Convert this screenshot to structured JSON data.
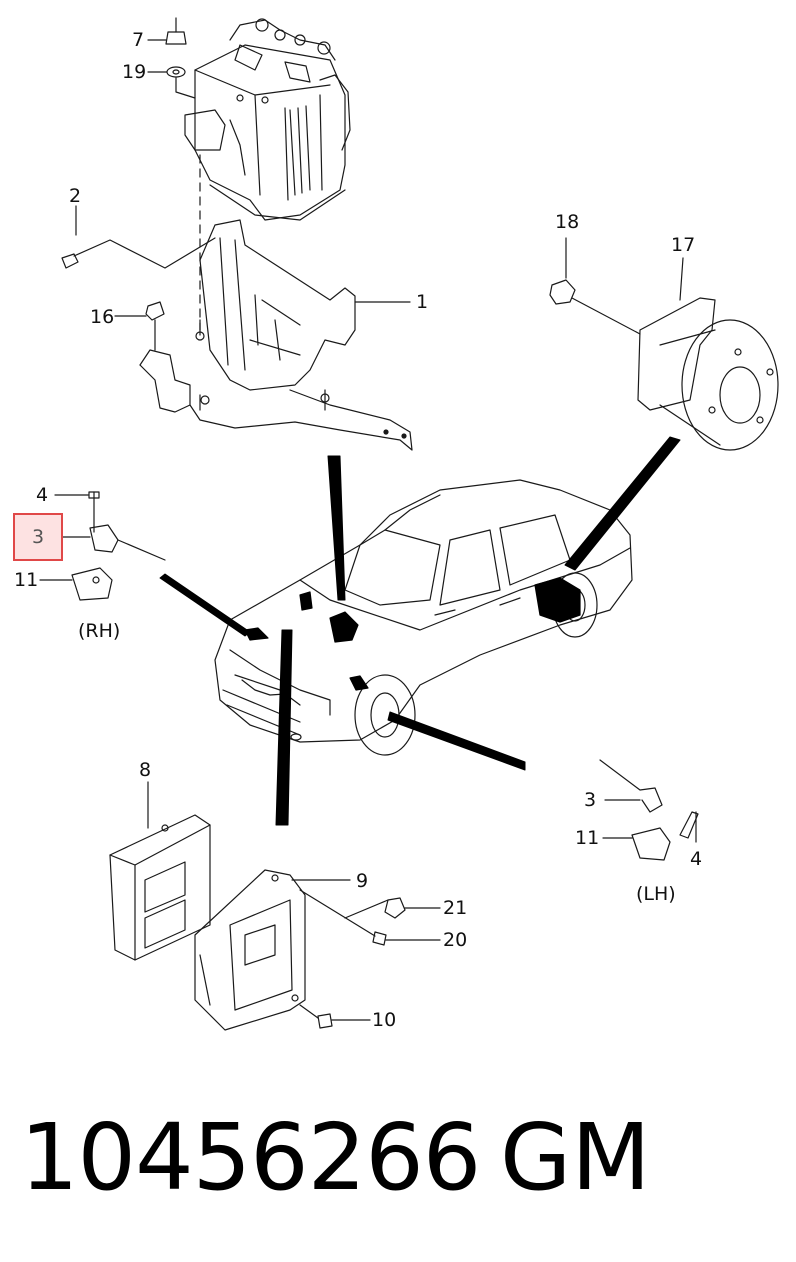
{
  "callouts": {
    "c7": "7",
    "c19": "19",
    "c2": "2",
    "c16": "16",
    "c1": "1",
    "c18": "18",
    "c17": "17",
    "c4_rh": "4",
    "c3_rh": "3",
    "c11_rh": "11",
    "c8": "8",
    "c9": "9",
    "c21": "21",
    "c20": "20",
    "c10": "10",
    "c3_lh": "3",
    "c11_lh": "11",
    "c4_lh": "4"
  },
  "labels": {
    "rh": "(RH)",
    "lh": "(LH)"
  },
  "footer": {
    "part_number": "10456266",
    "manufacturer": "GM"
  },
  "highlight": {
    "color": "#e04848",
    "fill": "#fde2e2"
  }
}
